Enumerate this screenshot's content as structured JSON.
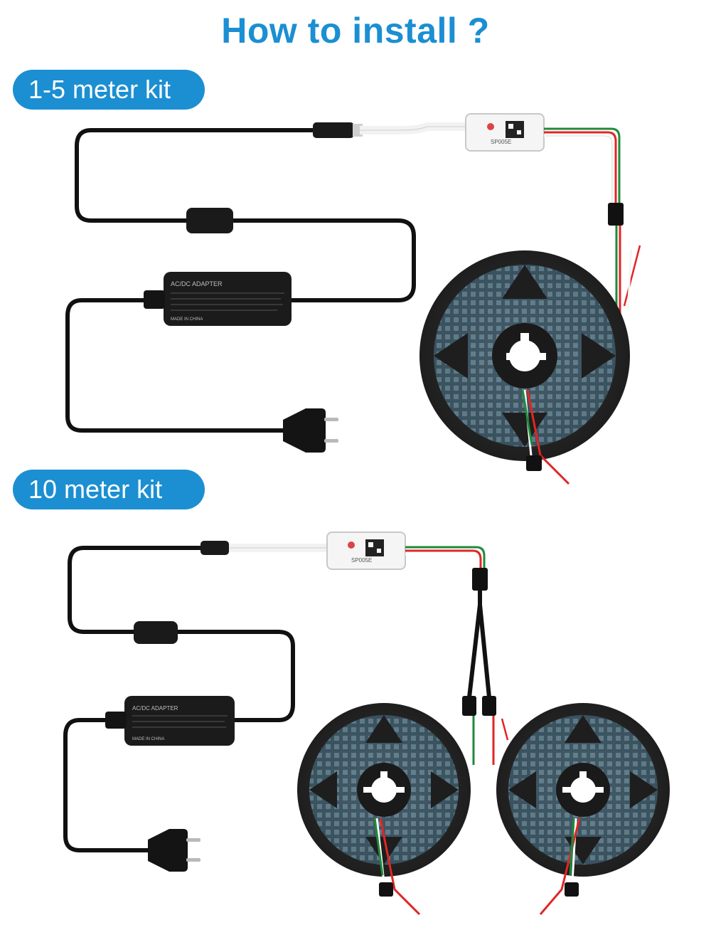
{
  "heading": "How to install ?",
  "kits": [
    {
      "label": "1-5 meter kit"
    },
    {
      "label": "10 meter kit"
    }
  ],
  "adapter": {
    "title": "AC/DC ADAPTER",
    "made_in": "MADE IN CHINA"
  },
  "controller": {
    "label": "SP005E"
  },
  "colors": {
    "accent": "#1b8fd2",
    "cable": "#111111",
    "reel": "#2b2b2b",
    "led": "#6e9fb8",
    "wire_red": "#e02626",
    "wire_green": "#1f8a3a",
    "wire_white": "#eeeeee"
  },
  "icons": [
    "power-adapter-icon",
    "eu-plug-icon",
    "ferrite-core-icon",
    "wifi-controller-icon",
    "led-strip-reel-icon",
    "jst-connector-icon",
    "y-splitter-icon"
  ]
}
